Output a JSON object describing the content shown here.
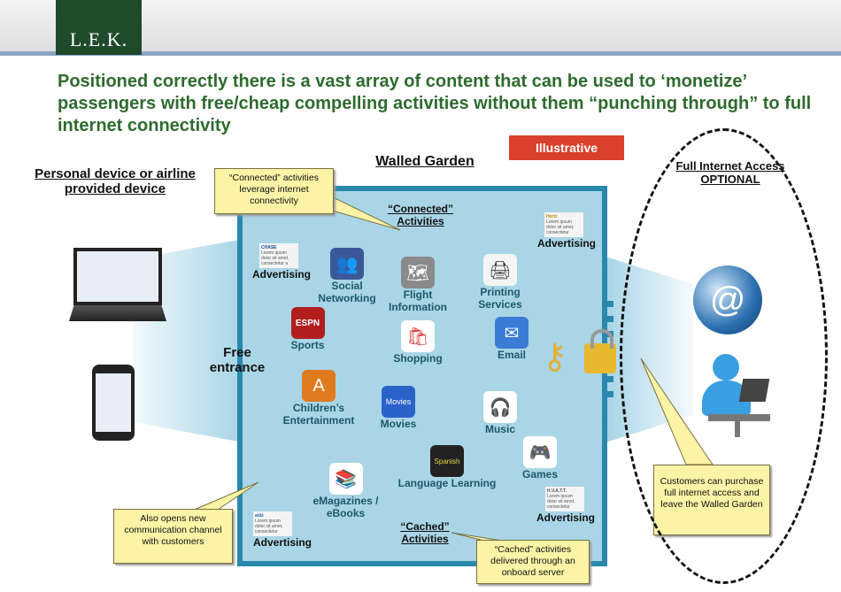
{
  "logo": "L.E.K.",
  "title": "Positioned correctly there is a vast array of content that can be used to ‘monetize’ passengers with free/cheap compelling activities without them “punching through” to full internet connectivity",
  "badge": "Illustrative",
  "headings": {
    "left": "Personal device or airline provided device",
    "middle": "Walled Garden",
    "right": "Full Internet Access OPTIONAL"
  },
  "free_entrance": "Free entrance",
  "connected_label": "“Connected” Activities",
  "cached_label": "“Cached” Activities",
  "callouts": {
    "connected": "“Connected” activities leverage internet connectivity",
    "cached": "“Cached” activities delivered through an onboard server",
    "channel": "Also opens new communication channel with customers",
    "purchase": "Customers can purchase full internet access and leave the Walled Garden"
  },
  "activities": [
    {
      "label": "Social Networking",
      "icon": "social-networking-icon",
      "color": "#3b5998"
    },
    {
      "label": "Flight Information",
      "icon": "gps-map-icon",
      "color": "#8a8a8a"
    },
    {
      "label": "Printing Services",
      "icon": "printer-icon",
      "color": "#666666"
    },
    {
      "label": "Sports",
      "icon": "espn-icon",
      "color": "#b01e1e"
    },
    {
      "label": "Shopping",
      "icon": "shopping-bags-icon",
      "color": "#d83a3a"
    },
    {
      "label": "Email",
      "icon": "email-icon",
      "color": "#3a7bd5"
    },
    {
      "label": "Children’s Entertainment",
      "icon": "kids-quiz-icon",
      "color": "#e07a1f"
    },
    {
      "label": "Movies",
      "icon": "movies-icon",
      "color": "#2a62c9"
    },
    {
      "label": "Music",
      "icon": "headphones-icon",
      "color": "#444444"
    },
    {
      "label": "Games",
      "icon": "gamepad-icon",
      "color": "#bbbbbb"
    },
    {
      "label": "Language Learning",
      "icon": "spanish-book-icon",
      "color": "#222222"
    },
    {
      "label": "eMagazines / eBooks",
      "icon": "books-icon",
      "color": "#3d8f6a"
    }
  ],
  "ads": [
    {
      "label": "Advertising",
      "brand": "CHASE",
      "text": "Lorem ipsum dolor sit amet, consectetur a"
    },
    {
      "label": "Advertising",
      "brand": "Hertz",
      "text": "Lorem ipsum dolor sit amet, consectetur"
    },
    {
      "label": "Advertising",
      "brand": "at&t",
      "text": "Lorem ipsum dolor sit amet, consectetur"
    },
    {
      "label": "Advertising",
      "brand": "H.V.A.T.T.",
      "text": "Lorem ipsum dolor sit amet, consectetur"
    }
  ]
}
